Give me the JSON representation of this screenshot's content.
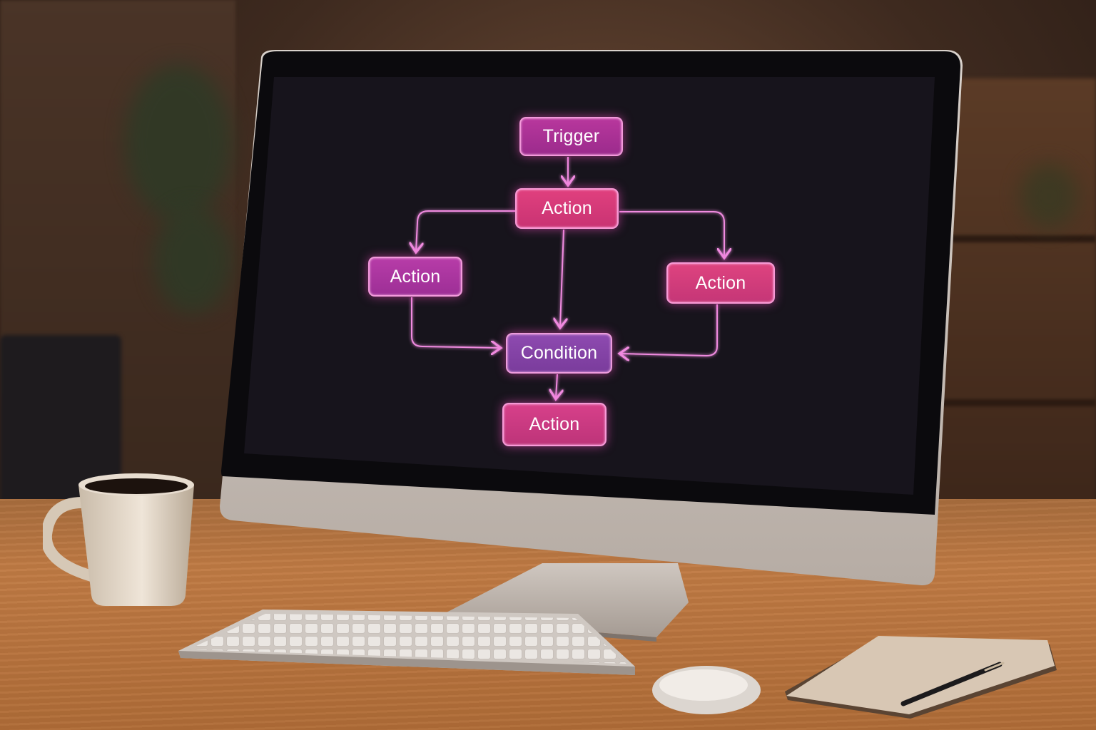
{
  "diagram": {
    "nodes": {
      "trigger": "Trigger",
      "action_top": "Action",
      "action_left": "Action",
      "action_right": "Action",
      "condition": "Condition",
      "action_bottom": "Action"
    },
    "edges": [
      {
        "from": "trigger",
        "to": "action_top"
      },
      {
        "from": "action_top",
        "to": "action_left"
      },
      {
        "from": "action_top",
        "to": "action_right"
      },
      {
        "from": "action_top",
        "to": "condition"
      },
      {
        "from": "action_left",
        "to": "condition"
      },
      {
        "from": "action_right",
        "to": "condition"
      },
      {
        "from": "condition",
        "to": "action_bottom"
      }
    ]
  },
  "colors": {
    "screen_bg": "#17141c",
    "edge": "#f08be0",
    "trigger": "#b0359a",
    "action_pink": "#d93a7b",
    "action_magenta": "#b43aa5",
    "condition": "#8a46ad"
  },
  "objects": [
    "monitor",
    "coffee-mug",
    "keyboard",
    "mouse",
    "notebook",
    "pen"
  ]
}
